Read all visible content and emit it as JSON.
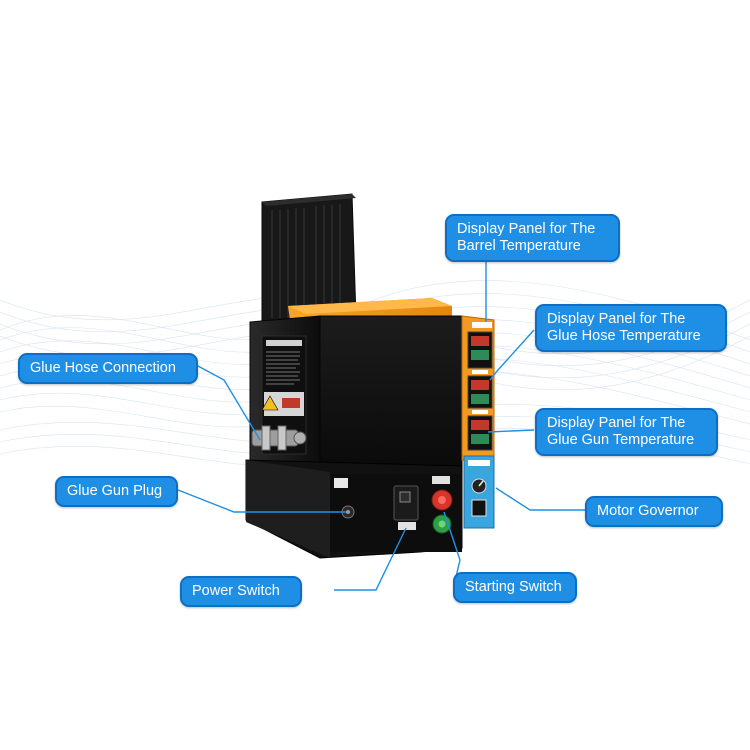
{
  "callouts": {
    "barrel_temp_display": {
      "line1": "Display Panel for The",
      "line2": "Barrel Temperature"
    },
    "hose_temp_display": {
      "line1": "Display Panel for The",
      "line2": "Glue Hose Temperature"
    },
    "gun_temp_display": {
      "line1": "Display Panel for The",
      "line2": "Glue Gun Temperature"
    },
    "glue_hose_connection": "Glue Hose Connection",
    "glue_gun_plug": "Glue Gun Plug",
    "motor_governor": "Motor Governor",
    "power_switch": "Power Switch",
    "starting_switch": "Starting Switch"
  },
  "colors": {
    "callout_fill": "#1f8fe6",
    "callout_border": "#0d6fc4",
    "leader_line": "#1f8fe6",
    "machine_body": "#141414",
    "accent_orange": "#f39a1e",
    "governor_blue": "#3aa6e0",
    "start_button_red": "#d8352a",
    "start_button_green": "#2ea043"
  }
}
